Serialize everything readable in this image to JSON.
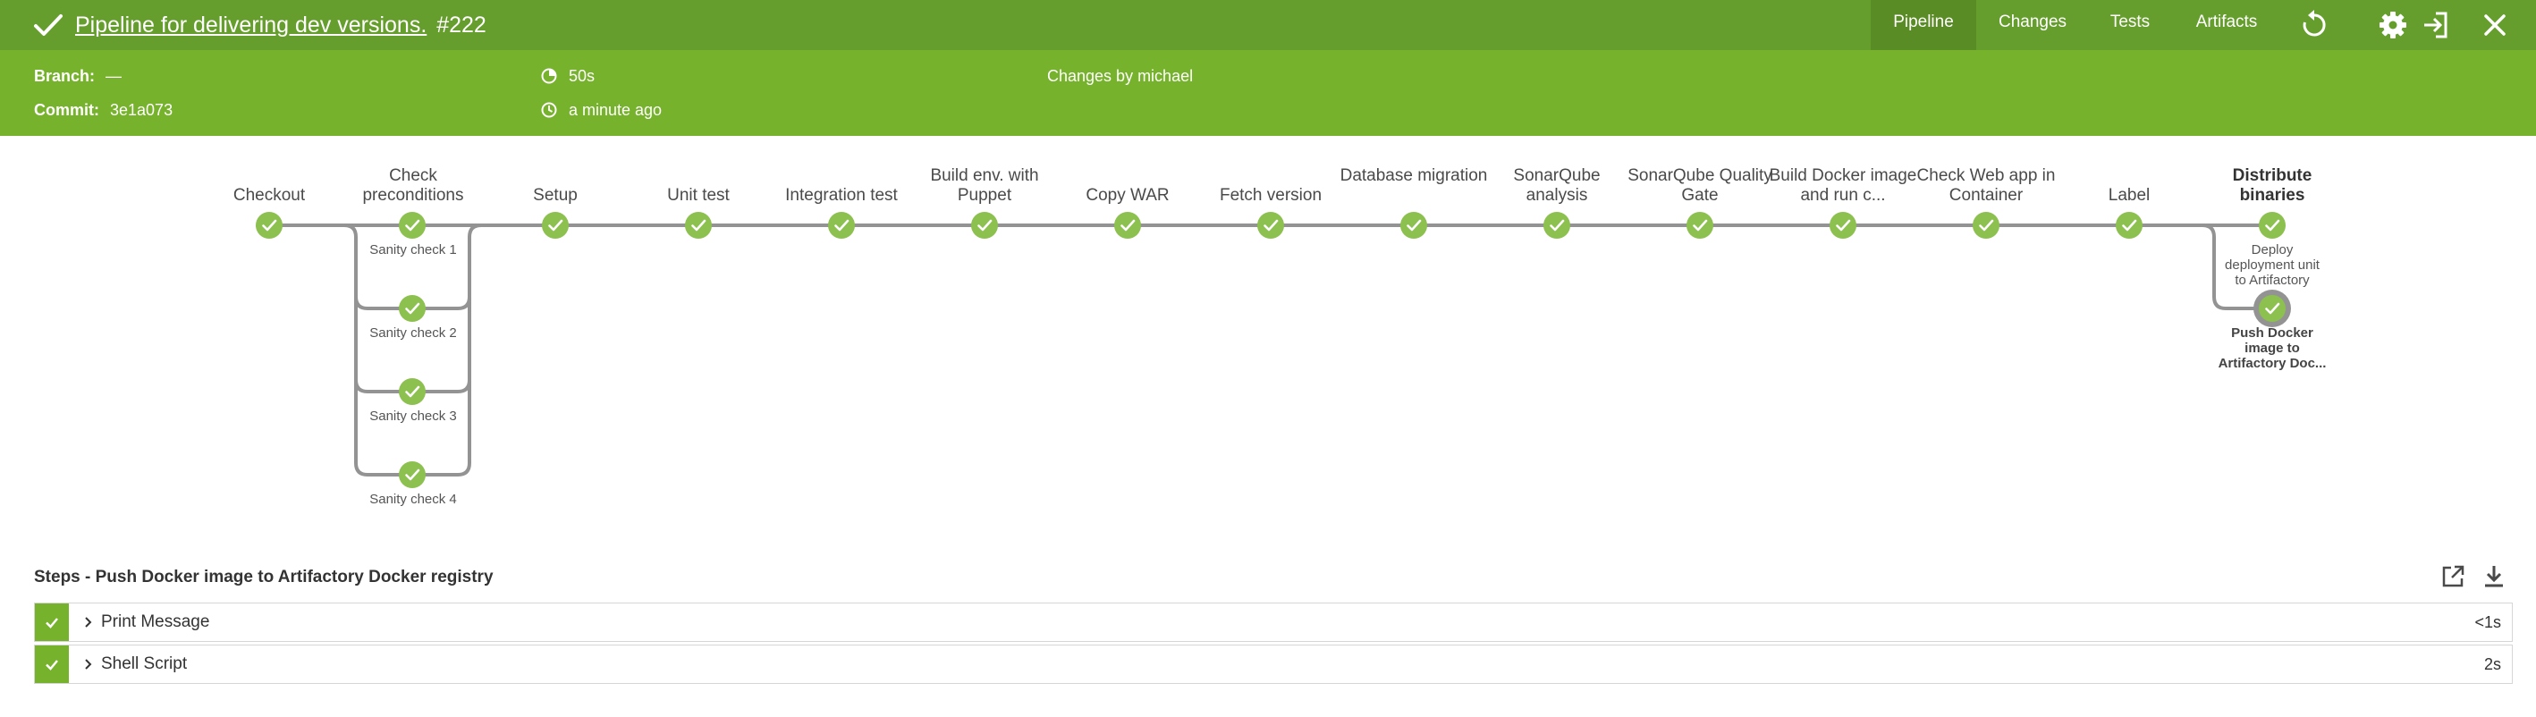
{
  "header": {
    "title": "Pipeline for delivering dev versions.",
    "run_number": "#222",
    "tabs": [
      "Pipeline",
      "Changes",
      "Tests",
      "Artifacts"
    ],
    "active_tab": "Pipeline",
    "icons": [
      "check-icon",
      "replay-icon",
      "gear-icon",
      "exit-icon",
      "close-icon"
    ]
  },
  "run_info": {
    "branch_label": "Branch:",
    "branch_value": "—",
    "commit_label": "Commit:",
    "commit_value": "3e1a073",
    "duration": "50s",
    "started": "a minute ago",
    "changes": "Changes by michael"
  },
  "stages": [
    {
      "name": "Checkout",
      "status": "success"
    },
    {
      "name": "Check preconditions",
      "status": "success",
      "parallel": [
        "Sanity check 1",
        "Sanity check 2",
        "Sanity check 3",
        "Sanity check 4"
      ]
    },
    {
      "name": "Setup",
      "status": "success"
    },
    {
      "name": "Unit test",
      "status": "success"
    },
    {
      "name": "Integration test",
      "status": "success"
    },
    {
      "name": "Build env. with Puppet",
      "status": "success"
    },
    {
      "name": "Copy WAR",
      "status": "success"
    },
    {
      "name": "Fetch version",
      "status": "success"
    },
    {
      "name": "Database migration",
      "status": "success"
    },
    {
      "name": "SonarQube analysis",
      "status": "success"
    },
    {
      "name": "SonarQube Quality Gate",
      "status": "success"
    },
    {
      "name": "Build Docker image and run c...",
      "status": "success"
    },
    {
      "name": "Check Web app in Container",
      "status": "success"
    },
    {
      "name": "Label",
      "status": "success"
    },
    {
      "name": "Distribute binaries",
      "status": "success",
      "selected": true,
      "parallel": [
        "Deploy deployment unit to Artifactory",
        "Push Docker image to Artifactory Doc..."
      ]
    }
  ],
  "steps_panel": {
    "title": "Steps - Push Docker image to Artifactory Docker registry",
    "tools": [
      "open-external-icon",
      "download-icon"
    ],
    "steps": [
      {
        "name": "Print Message",
        "duration": "<1s",
        "status": "success"
      },
      {
        "name": "Shell Script",
        "duration": "2s",
        "status": "success"
      }
    ]
  },
  "colors": {
    "header_dark": "#659e2c",
    "header_light": "#76b22b",
    "success": "#8cc04f",
    "connector": "#949393"
  }
}
